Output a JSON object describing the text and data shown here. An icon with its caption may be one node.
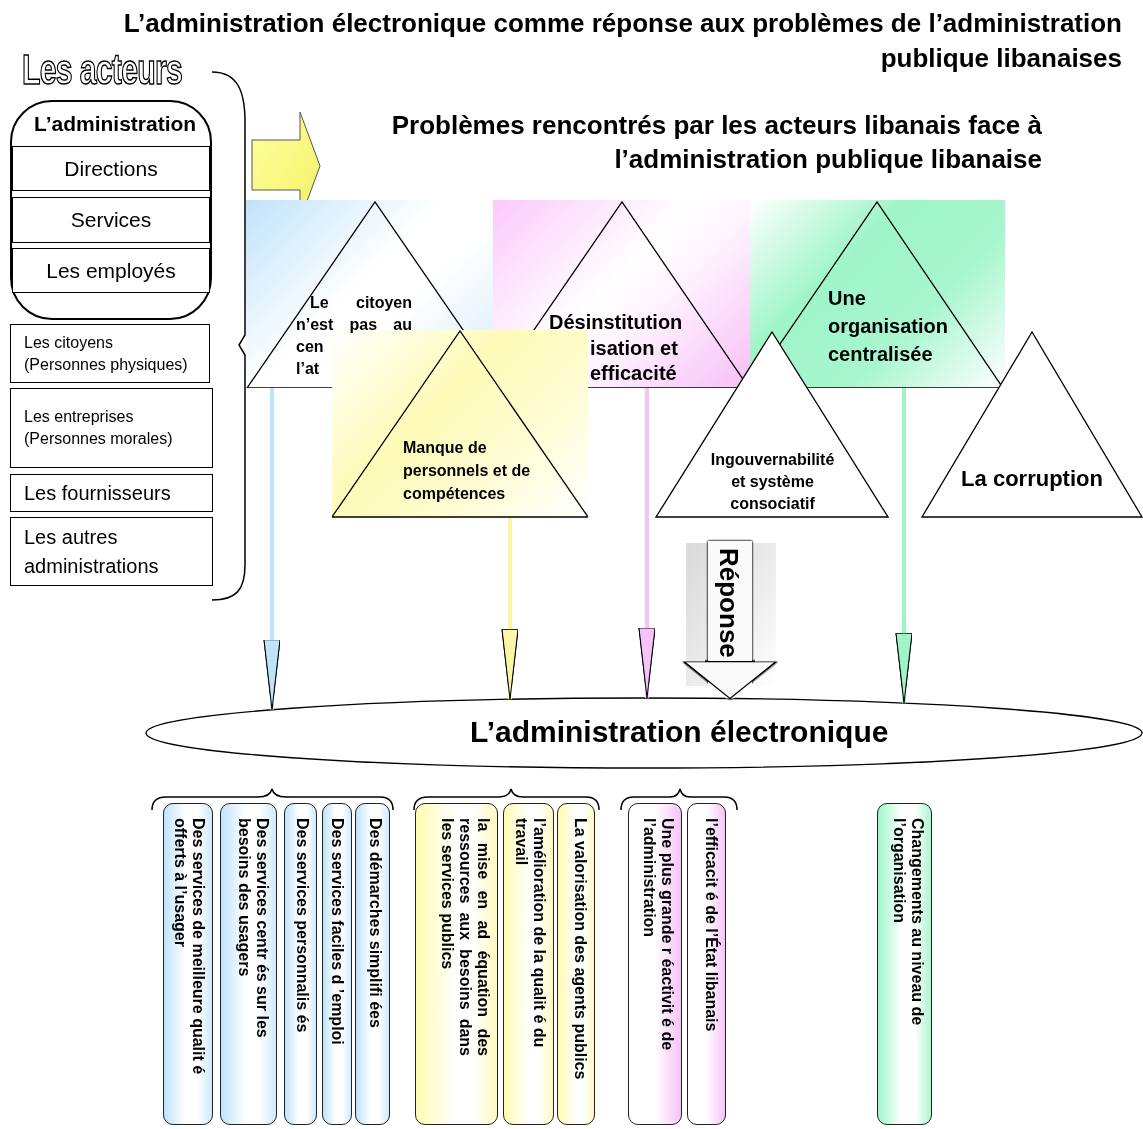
{
  "diagram": {
    "title": "L’administration électronique comme réponse aux problèmes de l’administration publique libanaises",
    "nodes": [
      {
        "text": [
          "L’administration"
        ]
      },
      {
        "text": [
          "Directions"
        ],
        "in": 0
      },
      {
        "text": [
          "Services"
        ],
        "in": 0
      },
      {
        "text": [
          "Les employés"
        ],
        "in": 0
      },
      {
        "text": [
          "Les citoyens (Personnes physiques)"
        ]
      },
      {
        "text": [
          "Les entreprises (Personnes morales)"
        ]
      },
      {
        "text": [
          "Les fournisseurs"
        ]
      },
      {
        "text": [
          "Les autres administrations"
        ]
      },
      {
        "text": [
          "Le citoyen n’est pas au cen",
          "l’at"
        ]
      },
      {
        "text": [
          "Désinstitution",
          "isation et efficacité"
        ]
      },
      {
        "text": [
          "Une organisation centralisée"
        ]
      },
      {
        "text": [
          "Manque de personnels et de compétences"
        ]
      },
      {
        "text": [
          "Ingouvernabilité et système consociatif"
        ]
      },
      {
        "text": [
          "La corruption"
        ]
      },
      {
        "text": [
          "L’administration électronique"
        ]
      },
      {
        "text": [
          "Des services de meilleure qualit é offerts à l’usager"
        ]
      },
      {
        "text": [
          "Des services centr és sur les besoins des usagers"
        ]
      },
      {
        "text": [
          "Des services personnalis és"
        ]
      },
      {
        "text": [
          "Des services faciles d ’emploi"
        ]
      },
      {
        "text": [
          "Des démarches simplifi ées"
        ]
      },
      {
        "text": [
          "la mise en ad équation des ressources aux besoins dans les services publics"
        ]
      },
      {
        "text": [
          "l’amélioration de la qualit é du travail"
        ]
      },
      {
        "text": [
          "La valorisation des agents publics"
        ]
      },
      {
        "text": [
          "Une plus grande r éactivit é de l’administration"
        ]
      },
      {
        "text": [
          "l’efficacit é de l’État libanais"
        ]
      },
      {
        "text": [
          "Changements au niveau de l’organisation"
        ]
      }
    ],
    "edges": [
      {
        "from": 8,
        "to": 14,
        "arrow": "to",
        "color": "#bfe3fb"
      },
      {
        "from": 11,
        "to": 14,
        "arrow": "to",
        "color": "#fbf5a8"
      },
      {
        "from": 9,
        "to": 14,
        "arrow": "to",
        "color": "#f7c2f7"
      },
      {
        "from": 10,
        "to": 14,
        "arrow": "to",
        "color": "#9ff5c8"
      },
      {
        "from": null,
        "to": 14,
        "arrow": "to",
        "label": "Réponse",
        "style": "thick"
      }
    ],
    "labels": [
      "Les acteurs",
      "Problèmes rencontrés par les acteurs libanais face à l’administration publique libanaise"
    ]
  }
}
